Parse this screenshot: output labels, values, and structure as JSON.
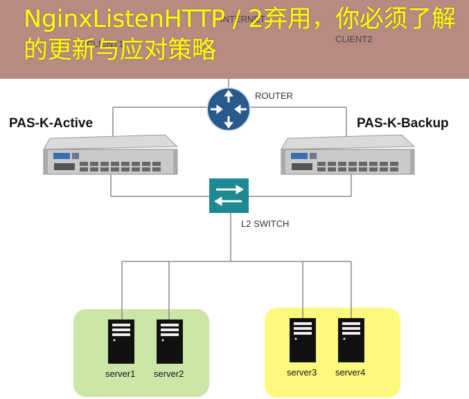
{
  "overlay": {
    "title": "NginxListenHTTP / 2弃用，你必须了解的更新与应对策略"
  },
  "diagram": {
    "internet_label": "INTERNET",
    "client1_label": "CLIENT1",
    "client2_label": "CLIENT2",
    "router_label": "ROUTER",
    "active_label": "PAS-K-Active",
    "backup_label": "PAS-K-Backup",
    "switch_label": "L2 SWITCH",
    "servers": [
      "server1",
      "server2",
      "server3",
      "server4"
    ]
  },
  "colors": {
    "banner": "#b78a82",
    "router": "#2a5a8c",
    "switch": "#1d8a93",
    "zone_green": "#cce6a8",
    "zone_yellow": "#fdf97e",
    "overlay_text": "#ffff00"
  },
  "icons": [
    "router-icon",
    "switch-icon",
    "appliance-icon",
    "server-icon"
  ]
}
